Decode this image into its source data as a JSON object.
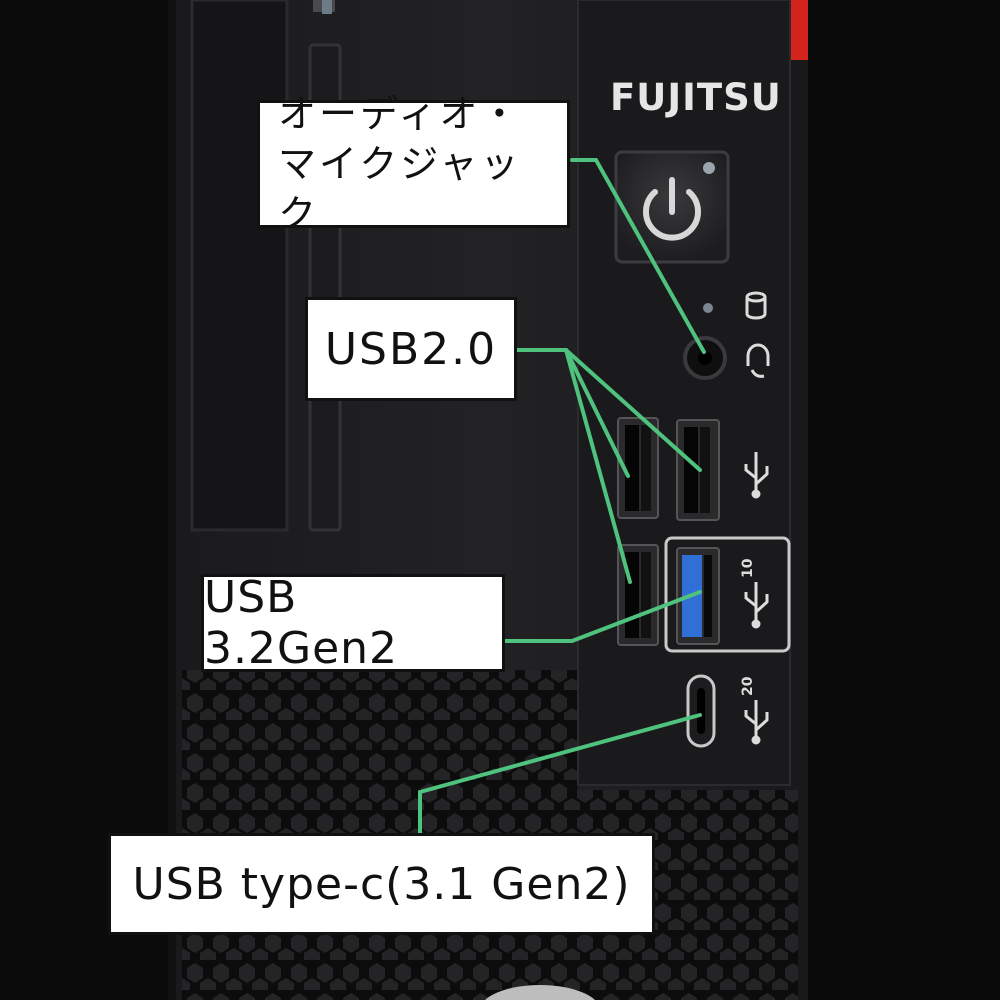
{
  "brand": "FUJITSU",
  "labels": {
    "audio_line1": "オーディオ・",
    "audio_line2": "マイクジャック",
    "usb2": "USB2.0",
    "usb32": "USB 3.2Gen2",
    "typec": "USB type-c(3.1 Gen2)"
  },
  "port_markings": {
    "usb_10": "10",
    "usb_20": "20"
  },
  "colors": {
    "case": "#141415",
    "bezel": "#1c1c1e",
    "accent_red": "#d3241b",
    "leader_line": "#4fc27d",
    "usb_blue": "#2f6fd6"
  }
}
